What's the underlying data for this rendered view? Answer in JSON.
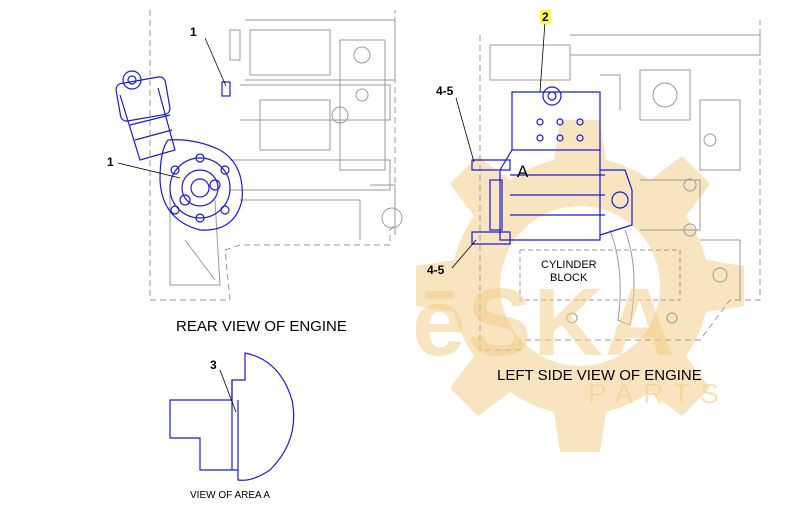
{
  "callouts": {
    "rear_top": "1",
    "rear_side": "1",
    "area_a": "3",
    "left_top": "2",
    "left_upper": "4-5",
    "left_lower": "4-5"
  },
  "captions": {
    "rear_view": "REAR VIEW OF ENGINE",
    "left_side_view": "LEFT SIDE VIEW OF ENGINE",
    "view_of_area_a": "VIEW OF AREA A"
  },
  "labels": {
    "area_marker": "A",
    "cylinder_block_line1": "CYLINDER",
    "cylinder_block_line2": "BLOCK"
  },
  "watermark": {
    "brand": "ēSKA",
    "sub": "PARTS"
  },
  "colors": {
    "highlight": "#ffff33",
    "part_blue": "#1a1ad6",
    "engine_gray": "#9a9a9a",
    "watermark": "#f3cf8a"
  }
}
